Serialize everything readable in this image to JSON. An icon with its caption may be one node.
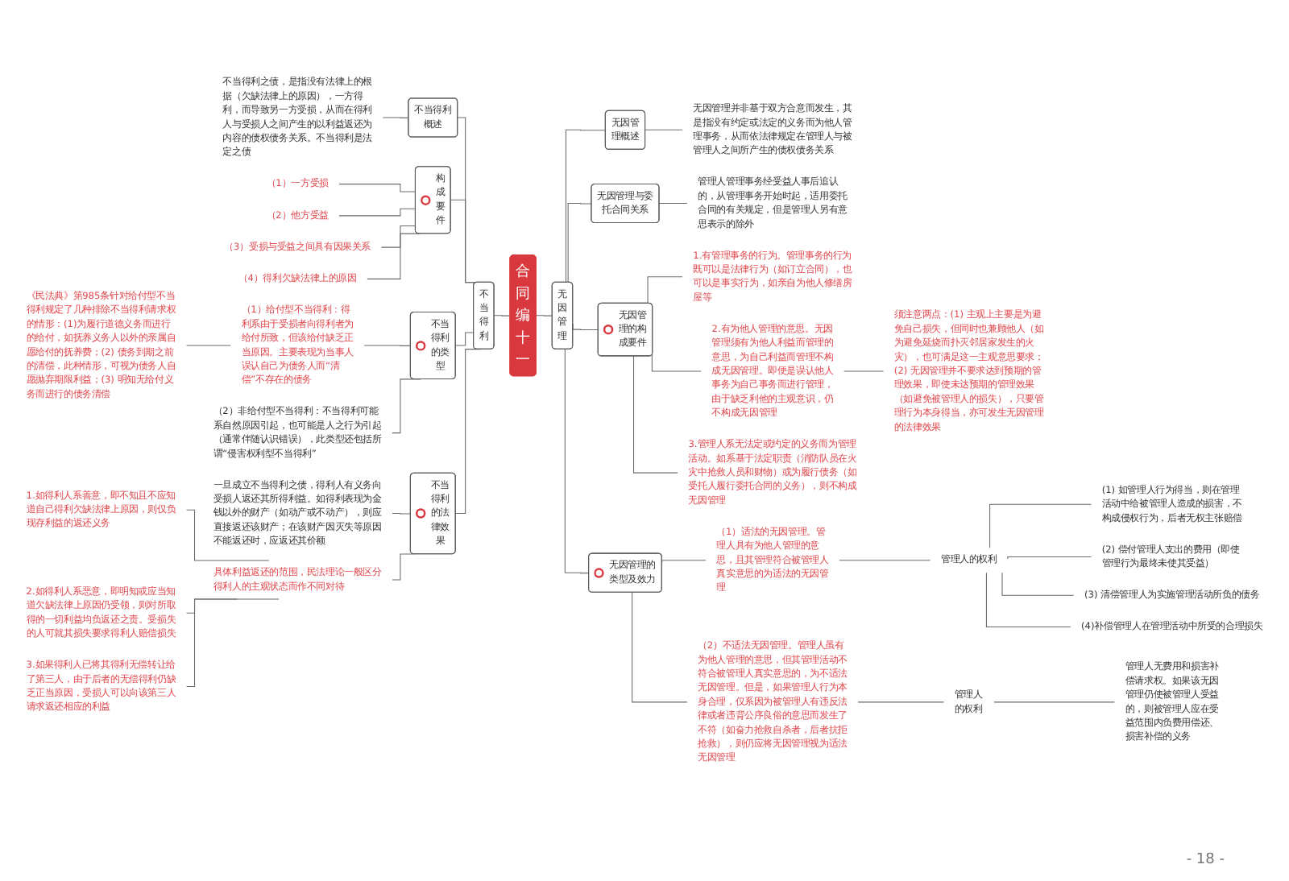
{
  "diagram": {
    "nodes": [
      {
        "text": [
          "合同编十一"
        ]
      },
      {
        "text": [
          "不当得利"
        ]
      },
      {
        "text": [
          "不当得利概述"
        ]
      },
      {
        "text": [
          "不当得利之债，是指没有法律上的根据（欠缺法律上的原因），一方得利，而导致另一方受损，从而在得利人与受损人之间产生的以利益返还为内容的债权债务关系。不当得利是法定之债"
        ]
      },
      {
        "text": [
          "构成要件"
        ]
      },
      {
        "text": [
          "（1）一方受损"
        ]
      },
      {
        "text": [
          "（2）他方受益"
        ]
      },
      {
        "text": [
          "（3）受损与受益之间具有因果关系"
        ]
      },
      {
        "text": [
          "（4）得利欠缺法律上的原因"
        ]
      },
      {
        "text": [
          "不当得利的类型"
        ]
      },
      {
        "text": [
          "（1）给付型不当得利：得利系由于受损者向得利者为给付所致，但该给付缺乏正当原因。主要表现为当事人误认自己为债务人而“清偿”不存在的债务"
        ]
      },
      {
        "text": [
          "《民法典》第985条针对给付型不当得利规定了几种排除不当得利请求权的情形：(1)为履行道德义务而进行的给付，如抚养义务人以外的亲属自愿给付的抚养费；(2) 债务到期之前的清偿，此种情形，可视为债务人自愿抛弃期限利益；(3) 明知无给付义务而进行的债务清偿"
        ]
      },
      {
        "text": [
          "（2）非给付型不当得利：不当得利可能系自然原因引起，也可能是人之行为引起（通常伴随认识错误），此类型还包括所谓“侵害权利型不当得利”"
        ]
      },
      {
        "text": [
          "不当得利的法律效果"
        ]
      },
      {
        "text": [
          "一旦成立不当得利之债，得利人有义务向受损人返还其所得利益。如得利表现为金钱以外的财产（如动产或不动产），则应直接返还该财产；在该财产因灭失等原因不能返还时，应返还其价额"
        ]
      },
      {
        "text": [
          "具体利益返还的范围，民法理论一般区分得利人的主观状态而作不同对待"
        ]
      },
      {
        "text": [
          "1.如得利人系善意，即不知且不应知道自己得利欠缺法律上原因，则仅负现存利益的返还义务"
        ]
      },
      {
        "text": [
          "2.如得利人系恶意，即明知或应当知道欠缺法律上原因仍受领，则对所取得的一切利益均负返还之责。受损失的人可就其损失要求得利人赔偿损失"
        ]
      },
      {
        "text": [
          "3.如果得利人已将其得利无偿转让给了第三人，由于后者的无偿得利仍缺乏正当原因，受损人可以向该第三人请求返还相应的利益"
        ]
      },
      {
        "text": [
          "无因管理"
        ]
      },
      {
        "text": [
          "无因管理概述"
        ]
      },
      {
        "text": [
          "无因管理并非基于双方合意而发生，其是指没有约定或法定的义务而为他人管理事务，从而依法律规定在管理人与被管理人之间所产生的债权债务关系"
        ]
      },
      {
        "text": [
          "无因管理与委托合同关系"
        ]
      },
      {
        "text": [
          "管理人管理事务经受益人事后追认的，从管理事务开始时起，适用委托合同的有关规定，但是管理人另有意思表示的除外"
        ]
      },
      {
        "text": [
          "无因管理的构成要件"
        ]
      },
      {
        "text": [
          "1.有管理事务的行为。管理事务的行为既可以是法律行为（如订立合同），也可以是事实行为，如亲自为他人修缮房屋等"
        ]
      },
      {
        "text": [
          "2.有为他人管理的意思。无因管理须有为他人利益而管理的意思，为自己利益而管理不构成无因管理。即便是误认他人事务为自己事务而进行管理，由于缺乏利他的主观意识，仍不构成无因管理"
        ]
      },
      {
        "text": [
          "须注意两点：(1) 主观上主要是为避免自己损失，但同时也兼顾他人（如为避免延烧而扑灭邻居家发生的火灾），也可满足这一主观意思要求；(2) 无因管理并不要求达到预期的管理效果，即使未达预期的管理效果（如避免被管理人的损失），只要管理行为本身得当，亦可发生无因管理的法律效果"
        ]
      },
      {
        "text": [
          "3.管理人系无法定或约定的义务而为管理活动。如系基于法定职责（消防队员在火灾中抢救人员和财物）或为履行债务（如受托人履行委托合同的义务），则不构成无因管理"
        ]
      },
      {
        "text": [
          "无因管理的类型及效力"
        ]
      },
      {
        "text": [
          "（1）适法的无因管理。管理人具有为他人管理的意思，且其管理符合被管理人真实意思的为适法的无因管理"
        ]
      },
      {
        "text": [
          "管理人的权利"
        ]
      },
      {
        "text": [
          "(1) 如管理人行为得当，则在管理活动中给被管理人造成的损害，不构成侵权行为，后者无权主张赔偿"
        ]
      },
      {
        "text": [
          "(2) 偿付管理人支出的费用（即使管理行为最终未使其受益）"
        ]
      },
      {
        "text": [
          "(3) 清偿管理人为实施管理活动所负的债务"
        ]
      },
      {
        "text": [
          "(4)补偿管理人在管理活动中所受的合理损失"
        ]
      },
      {
        "text": [
          "（2）不适法无因管理。管理人虽有为他人管理的意思，但其管理活动不符合被管理人真实意思的，为不适法无因管理。但是，如果管理人行为本身合理，仅系因为被管理人有违反法律或者违背公序良俗的意思而发生了不符（如奋力抢救自杀者，后者抗拒抢救），则仍应将无因管理视为适法无因管理"
        ]
      },
      {
        "text": [
          "管理人的权利"
        ]
      },
      {
        "text": [
          "管理人无费用和损害补偿请求权。如果该无因管理仍使被管理人受益的，则被管理人应在受益范围内负费用偿还、损害补偿的义务"
        ]
      }
    ],
    "edges": [
      {
        "from": 1,
        "to": 0,
        "arrow": "none"
      },
      {
        "from": 2,
        "to": 1,
        "arrow": "none"
      },
      {
        "from": 3,
        "to": 2,
        "arrow": "none"
      },
      {
        "from": 4,
        "to": 1,
        "arrow": "none"
      },
      {
        "from": 5,
        "to": 4,
        "arrow": "none"
      },
      {
        "from": 6,
        "to": 4,
        "arrow": "none"
      },
      {
        "from": 7,
        "to": 4,
        "arrow": "none"
      },
      {
        "from": 8,
        "to": 4,
        "arrow": "none"
      },
      {
        "from": 9,
        "to": 1,
        "arrow": "none"
      },
      {
        "from": 10,
        "to": 9,
        "arrow": "none"
      },
      {
        "from": 11,
        "to": 10,
        "arrow": "none"
      },
      {
        "from": 12,
        "to": 9,
        "arrow": "none"
      },
      {
        "from": 13,
        "to": 1,
        "arrow": "none"
      },
      {
        "from": 14,
        "to": 13,
        "arrow": "none"
      },
      {
        "from": 15,
        "to": 13,
        "arrow": "none"
      },
      {
        "from": 16,
        "to": 15,
        "arrow": "none"
      },
      {
        "from": 17,
        "to": 15,
        "arrow": "none"
      },
      {
        "from": 18,
        "to": 15,
        "arrow": "none"
      },
      {
        "from": 0,
        "to": 19,
        "arrow": "none"
      },
      {
        "from": 19,
        "to": 20,
        "arrow": "none"
      },
      {
        "from": 20,
        "to": 21,
        "arrow": "none"
      },
      {
        "from": 19,
        "to": 22,
        "arrow": "none"
      },
      {
        "from": 22,
        "to": 23,
        "arrow": "none"
      },
      {
        "from": 19,
        "to": 24,
        "arrow": "none"
      },
      {
        "from": 24,
        "to": 25,
        "arrow": "none"
      },
      {
        "from": 24,
        "to": 26,
        "arrow": "none"
      },
      {
        "from": 26,
        "to": 27,
        "arrow": "none"
      },
      {
        "from": 24,
        "to": 28,
        "arrow": "none"
      },
      {
        "from": 19,
        "to": 29,
        "arrow": "none"
      },
      {
        "from": 29,
        "to": 30,
        "arrow": "none"
      },
      {
        "from": 30,
        "to": 31,
        "arrow": "none"
      },
      {
        "from": 31,
        "to": 32,
        "arrow": "none"
      },
      {
        "from": 31,
        "to": 33,
        "arrow": "none"
      },
      {
        "from": 31,
        "to": 34,
        "arrow": "none"
      },
      {
        "from": 31,
        "to": 35,
        "arrow": "none"
      },
      {
        "from": 29,
        "to": 36,
        "arrow": "none"
      },
      {
        "from": 36,
        "to": 37,
        "arrow": "none"
      },
      {
        "from": 37,
        "to": 38,
        "arrow": "none"
      }
    ],
    "labels": [
      "- 18 -"
    ]
  }
}
